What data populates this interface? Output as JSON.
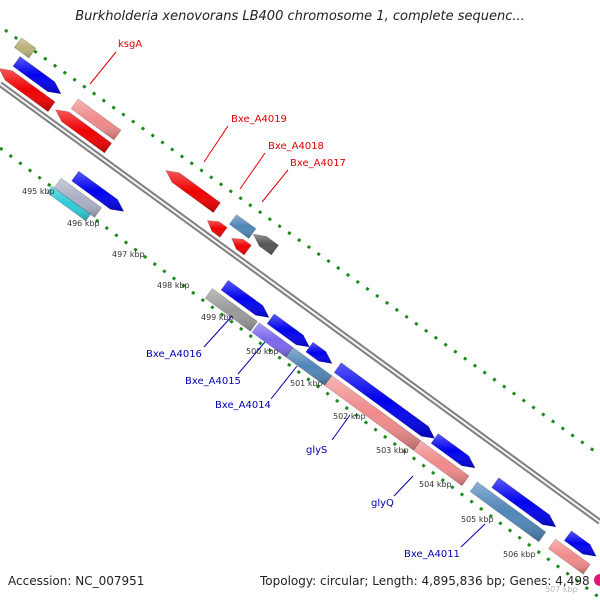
{
  "title": "Burkholderia xenovorans LB400 chromosome 1, complete sequenc...",
  "footer": {
    "accession": "Accession: NC_007951",
    "topology": "Topology: circular; Length: 4,895,836 bp; Genes: 4,498"
  },
  "ticks": [
    "495 kbp",
    "496 kbp",
    "497 kbp",
    "498 kbp",
    "499 kbp",
    "500 kbp",
    "501 kbp",
    "502 kbp",
    "503 kbp",
    "504 kbp",
    "505 kbp",
    "506 kbp",
    "507 kbp"
  ],
  "gene_labels": {
    "ksgA": "ksgA",
    "bxe4019": "Bxe_A4019",
    "bxe4018": "Bxe_A4018",
    "bxe4017": "Bxe_A4017",
    "bxe4016": "Bxe_A4016",
    "bxe4015": "Bxe_A4015",
    "bxe4014": "Bxe_A4014",
    "glyS": "glyS",
    "glyQ": "glyQ",
    "bxe4011": "Bxe_A4011"
  },
  "colors": {
    "cds_forward": "#0000ee",
    "cds_reverse": "#ee0000",
    "gene_pink": "#f08a8a",
    "steelblue": "#4f86b8",
    "gray": "#9a9a9a",
    "darkgray": "#555555",
    "cyan": "#2fc9d6",
    "slateblue": "#7b68ee",
    "backbone": "#808080",
    "gc_dots": "#1a8a1a",
    "label_red": "#e00000",
    "label_blue": "#0000b0"
  }
}
